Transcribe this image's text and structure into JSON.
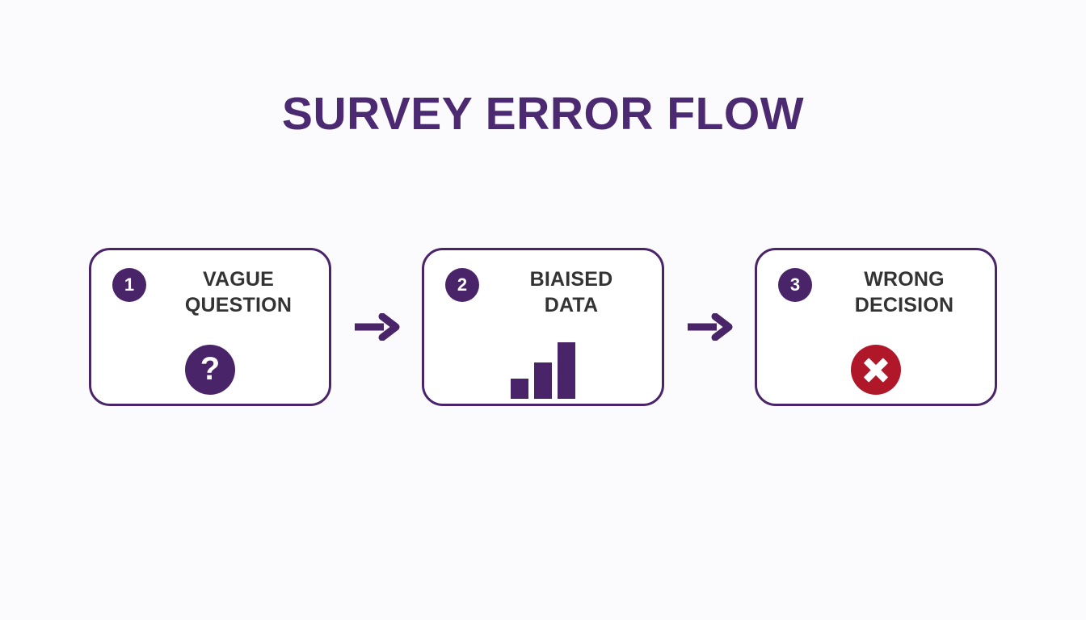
{
  "page": {
    "title": "SURVEY ERROR FLOW",
    "background_color": "#FBFAFC",
    "accent_purple": "#4A2468",
    "title_purple": "#4C2A72",
    "label_color": "#333333",
    "error_red": "#B01728"
  },
  "flow": {
    "steps": [
      {
        "number": "1",
        "label": "VAGUE\nQUESTION",
        "icon": "question-mark-circle-icon",
        "icon_glyph": "?"
      },
      {
        "number": "2",
        "label": "BIAISED\nDATA",
        "icon": "bar-chart-icon",
        "bars": [
          25,
          45,
          70
        ]
      },
      {
        "number": "3",
        "label": "WRONG\nDECISION",
        "icon": "error-cross-circle-icon"
      }
    ],
    "connectors": [
      {
        "icon": "arrow-right-icon"
      },
      {
        "icon": "arrow-right-icon"
      }
    ]
  }
}
